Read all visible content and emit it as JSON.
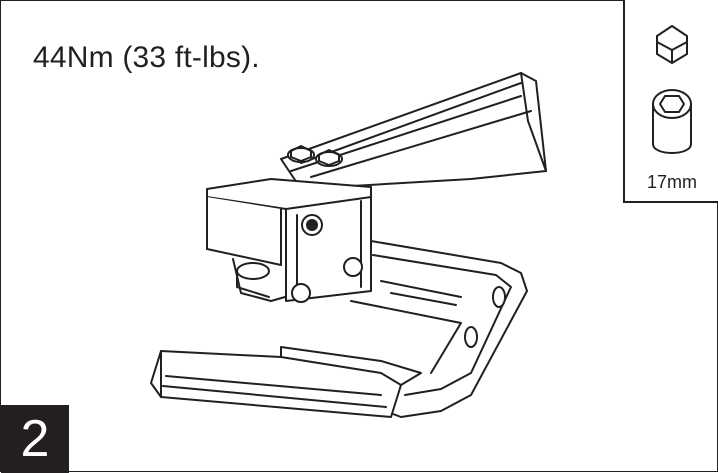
{
  "instruction": {
    "torque_text": "44Nm (33 ft-lbs)."
  },
  "tools": {
    "size_label": "17mm",
    "icons": [
      "hex-bolt-icon",
      "hex-socket-icon"
    ]
  },
  "step": {
    "number": "2"
  },
  "colors": {
    "ink": "#231f20",
    "paper": "#ffffff"
  }
}
